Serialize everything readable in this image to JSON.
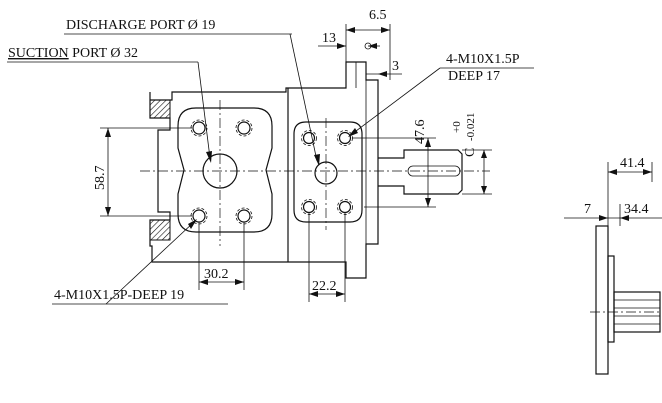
{
  "labels": {
    "discharge_port": "DISCHARGE PORT Ø 19",
    "suction_port_prefix": "SUCTION",
    "suction_port_rest": " PORT Ø 32",
    "holes_top": "4-M10X1.5P",
    "holes_top_depth": "DEEP 17",
    "holes_bottom": "4-M10X1.5P-DEEP 19"
  },
  "dimensions": {
    "d_6_5": "6.5",
    "d_13": "13",
    "d_3": "3",
    "d_47_6": "47.6",
    "d_58_7": "58.7",
    "d_30_2": "30.2",
    "d_22_2": "22.2",
    "d_41_4": "41.4",
    "d_7": "7",
    "d_34_4": "34.4",
    "shaft_letter": "C",
    "tol_plus": "+0",
    "tol_minus": "-0.021"
  }
}
